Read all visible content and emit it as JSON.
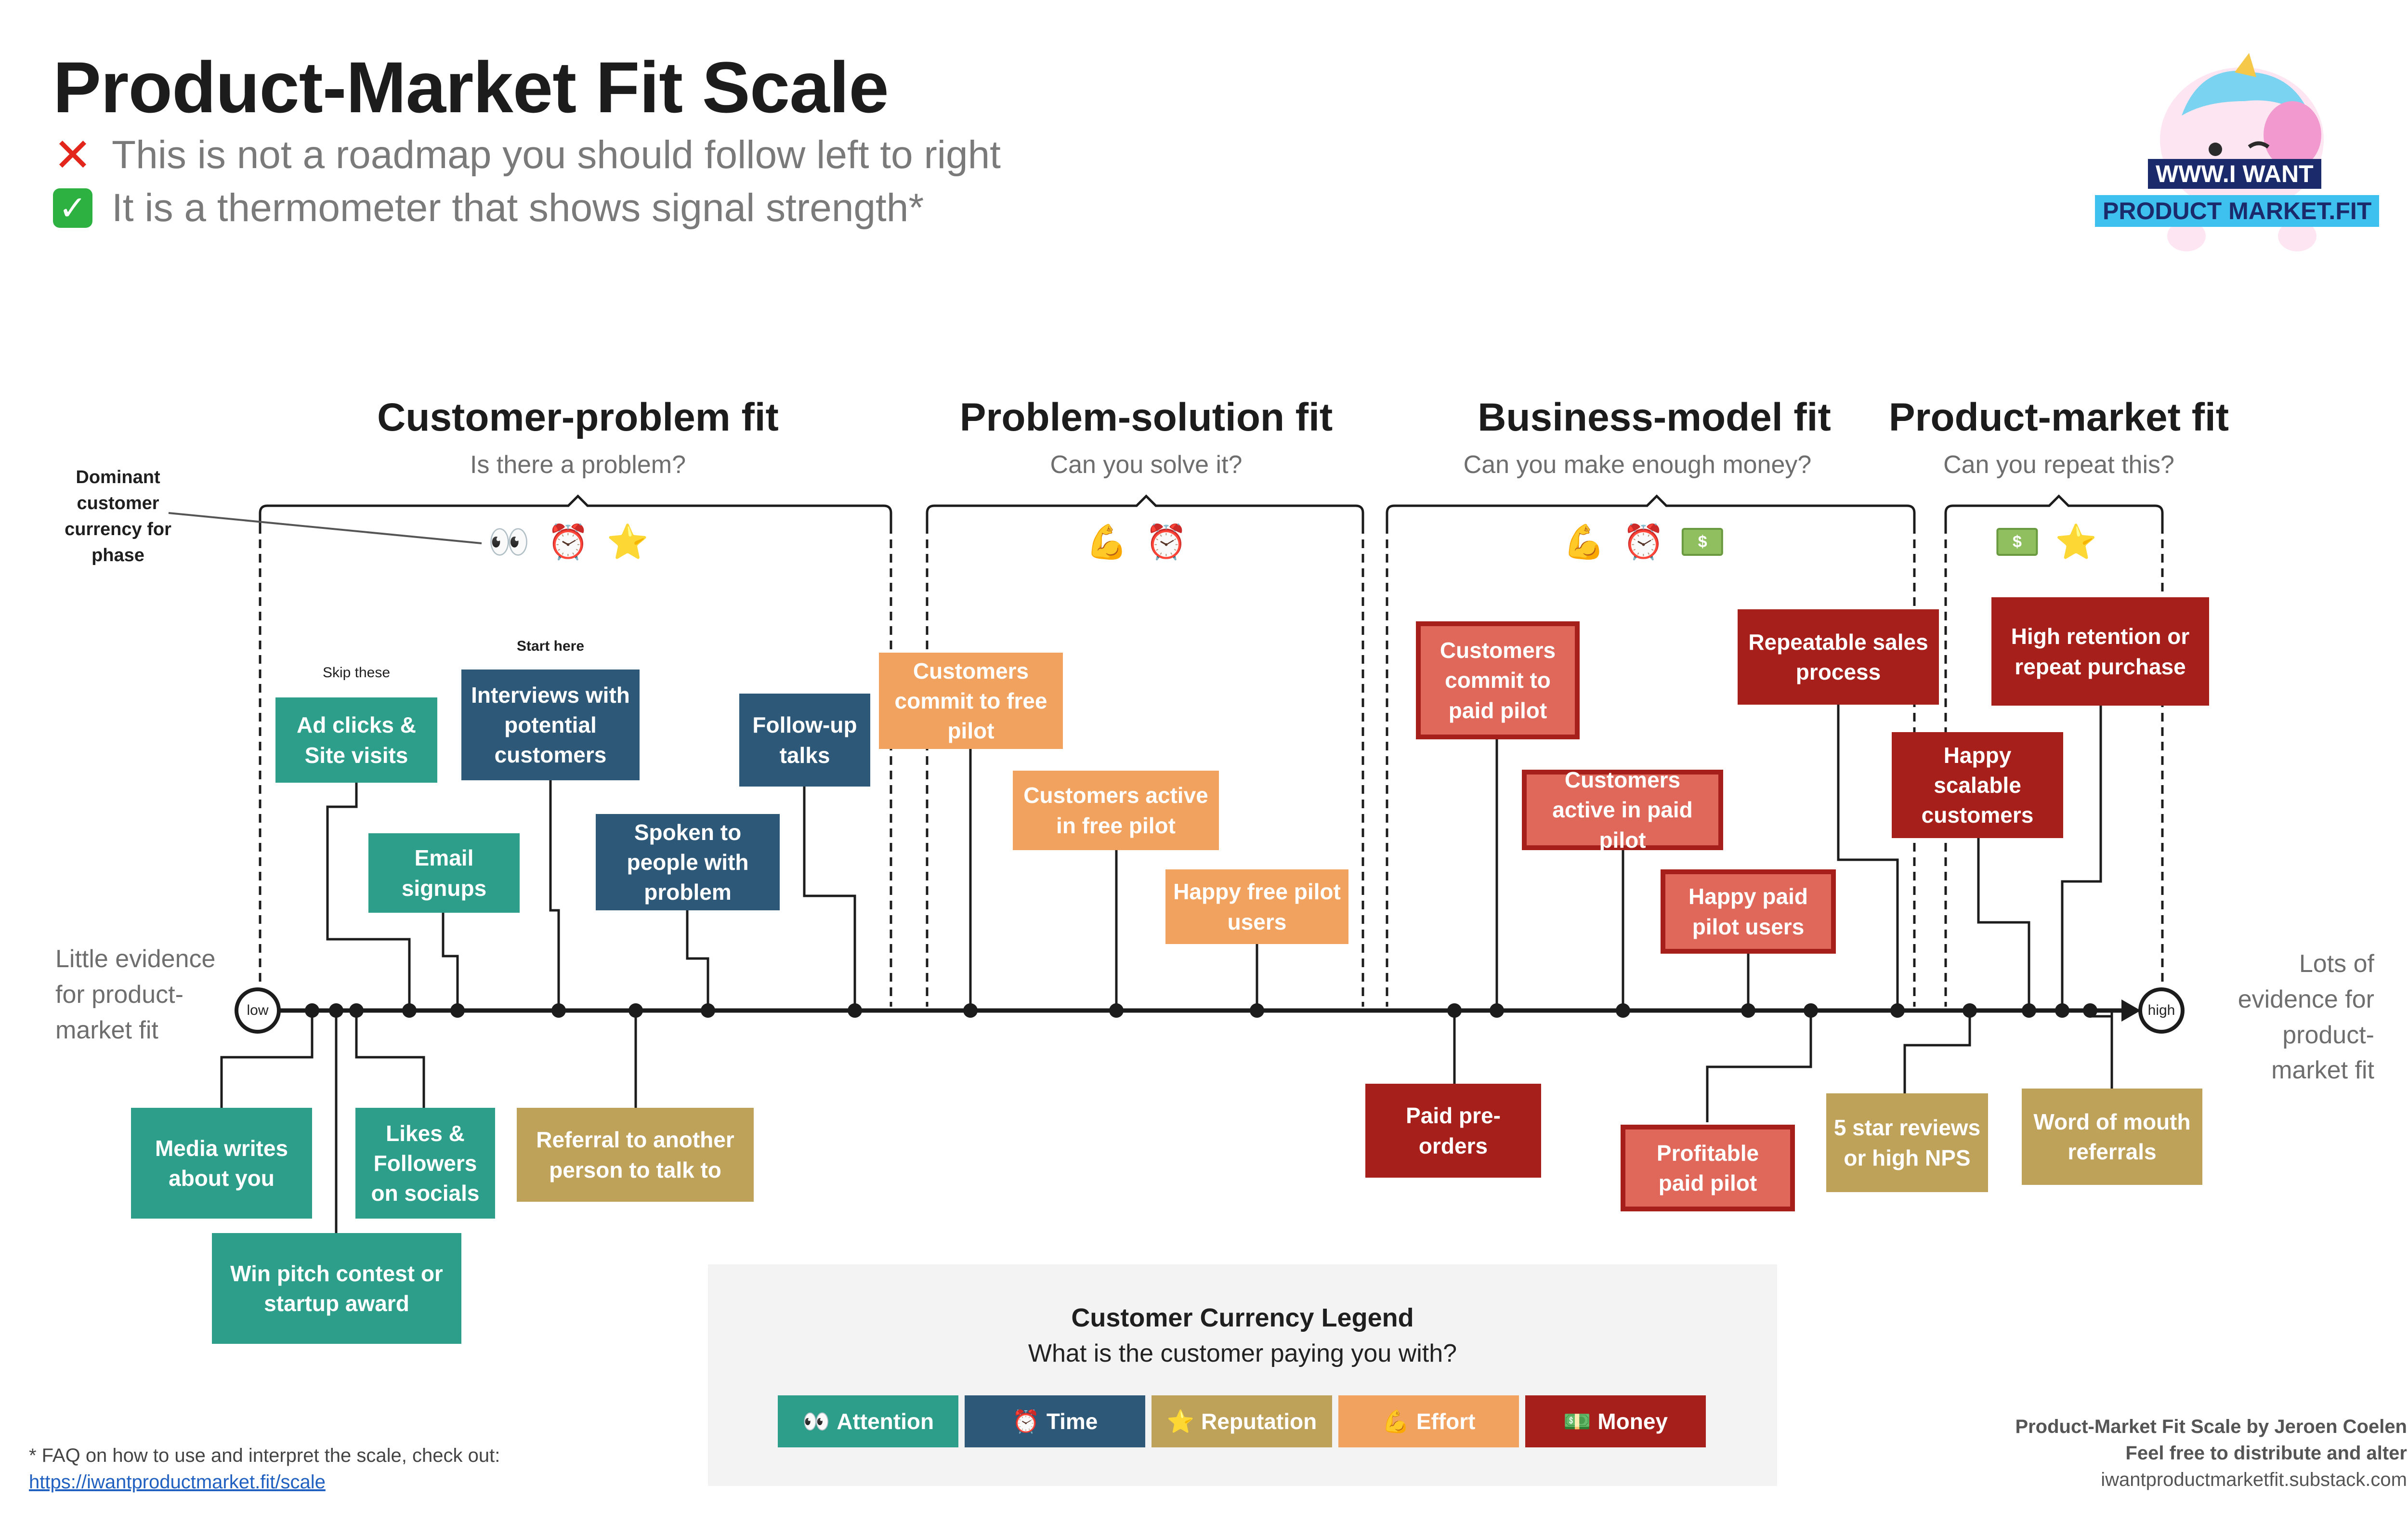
{
  "header": {
    "title": "Product-Market Fit Scale",
    "line1": "This is not a roadmap you should follow left to right",
    "line2": "It is a thermometer that shows signal strength*",
    "line1_icon": "cross-mark-icon",
    "line2_icon": "check-mark-icon"
  },
  "logo": {
    "line1": "WWW.I WANT",
    "line2": "PRODUCT MARKET.FIT"
  },
  "phases": [
    {
      "title": "Customer-problem fit",
      "subtitle": "Is there a problem?"
    },
    {
      "title": "Problem-solution fit",
      "subtitle": "Can you solve it?"
    },
    {
      "title": "Business-model fit",
      "subtitle": "Can you make enough money?"
    },
    {
      "title": "Product-market fit",
      "subtitle": "Can you repeat this?"
    }
  ],
  "dominant_note": "Dominant customer currency for phase",
  "axis": {
    "low_label": "low",
    "high_label": "high",
    "left_text": "Little evidence for product-market fit",
    "right_text": "Lots of evidence for product-market fit"
  },
  "annotations": {
    "skip": "Skip these",
    "start": "Start here"
  },
  "signals": {
    "ad_clicks": "Ad clicks & Site visits",
    "email_signups": "Email signups",
    "interviews": "Interviews with potential customers",
    "spoken": "Spoken to people with problem",
    "followup": "Follow-up talks",
    "media": "Media writes about you",
    "pitch": "Win pitch contest or startup award",
    "likes": "Likes & Followers on socials",
    "referral": "Referral to another person to talk to",
    "commit_free": "Customers commit to free pilot",
    "active_free": "Customers active in free pilot",
    "happy_free": "Happy free pilot users",
    "commit_paid": "Customers commit to paid pilot",
    "active_paid": "Customers active in paid pilot",
    "happy_paid": "Happy paid pilot users",
    "preorders": "Paid pre-orders",
    "profitable": "Profitable paid pilot",
    "repeatable": "Repeatable sales process",
    "happy_scalable": "Happy scalable customers",
    "retention": "High retention or repeat purchase",
    "reviews": "5 star reviews or high NPS",
    "word_of_mouth": "Word of mouth referrals"
  },
  "legend": {
    "title": "Customer Currency Legend",
    "subtitle": "What is the customer paying you with?",
    "items": [
      {
        "emoji": "👀",
        "label": "Attention",
        "color": "#2c9e8a"
      },
      {
        "emoji": "⏰",
        "label": "Time",
        "color": "#2e5877"
      },
      {
        "emoji": "⭐",
        "label": "Reputation",
        "color": "#bfa25a"
      },
      {
        "emoji": "💪",
        "label": "Effort",
        "color": "#f2a25f"
      },
      {
        "emoji": "💵",
        "label": "Money",
        "color": "#a61f1a"
      }
    ]
  },
  "footer": {
    "faq": "* FAQ on how to use and interpret the scale, check out:",
    "faq_link": "https://iwantproductmarket.fit/scale",
    "credit1": "Product-Market Fit Scale by Jeroen Coelen",
    "credit2": "Feel free to distribute and alter",
    "credit3": "iwantproductmarketfit.substack.com"
  }
}
